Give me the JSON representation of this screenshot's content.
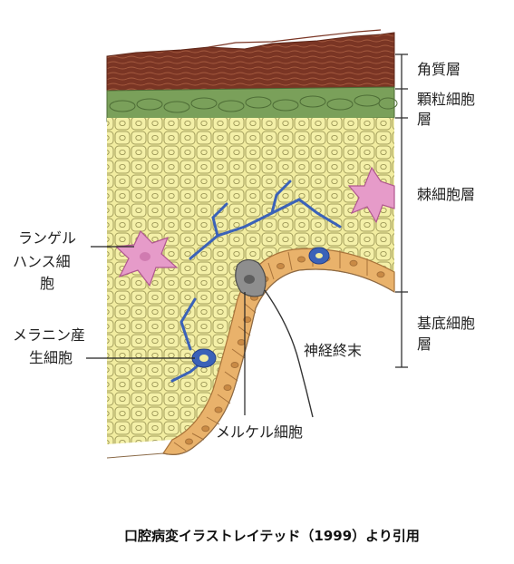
{
  "labels": {
    "keratin_layer": "角質層",
    "granular_layer_line1": "顆粒細胞",
    "granular_layer_line2": "層",
    "spinous_layer": "棘細胞層",
    "basal_layer_line1": "基底細胞",
    "basal_layer_line2": "層",
    "langerhans_line1": "ランゲル",
    "langerhans_line2": "ハンス細",
    "langerhans_line3": "胞",
    "melanocyte_line1": "メラニン産",
    "melanocyte_line2": "生細胞",
    "nerve_ending": "神経終末",
    "merkel_cell": "メルケル細胞"
  },
  "caption": "口腔病変イラストレイテッド（1999）より引用",
  "colors": {
    "keratin": "#7a3524",
    "granular": "#7aa05a",
    "spinous": "#f2eda0",
    "cell_outline": "#9a9555",
    "basal": "#e9b26b",
    "melanocyte": "#3b62b8",
    "langerhans": "#e69bc9",
    "merkel": "#8e8e8e",
    "nerve": "#333333"
  }
}
